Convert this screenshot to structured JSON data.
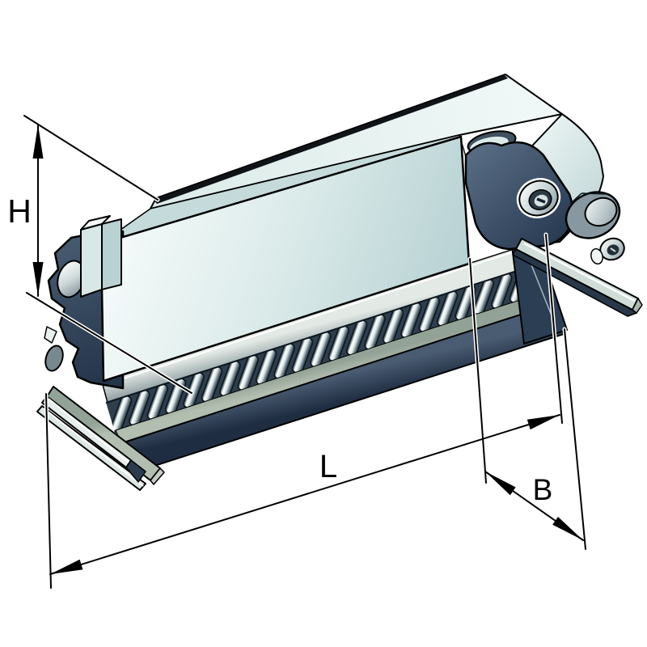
{
  "figure": {
    "type": "technical-illustration",
    "subject": "Linear recirculating roller bearing and guideway assembly, isometric part-section view",
    "background": "#ffffff"
  },
  "dims": {
    "height": "H",
    "length": "L",
    "width": "B"
  },
  "part": {
    "roller_count": 23,
    "colors": {
      "plate_top": "#e9f3f2",
      "plate_front_sliver": "#c5dadb",
      "panel_light": "#f2f9f8",
      "panel_dark": "#b9d2d4",
      "body_navy": "#3c5068",
      "body_navy_dark": "#22334a",
      "cage_dark": "#2e3e4c",
      "roller_highlight": "#ffffff",
      "metal_mid": "#9aa9a9",
      "rail_sage": "#9fae9f",
      "outline": "#000000"
    }
  }
}
